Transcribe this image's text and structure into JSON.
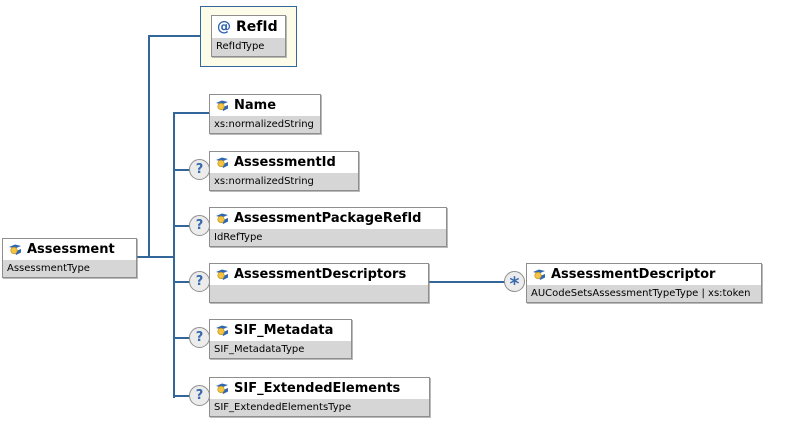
{
  "diagram": {
    "root": {
      "name": "Assessment",
      "type": "AssessmentType"
    },
    "attribute": {
      "at_glyph": "@",
      "name": "RefId",
      "type": "RefIdType"
    },
    "children": [
      {
        "name": "Name",
        "type": "xs:normalizedString",
        "cardinality": ""
      },
      {
        "name": "AssessmentId",
        "type": "xs:normalizedString",
        "cardinality": "?"
      },
      {
        "name": "AssessmentPackageRefId",
        "type": "IdRefType",
        "cardinality": "?"
      },
      {
        "name": "AssessmentDescriptors",
        "type": "",
        "cardinality": "?"
      },
      {
        "name": "SIF_Metadata",
        "type": "SIF_MetadataType",
        "cardinality": "?"
      },
      {
        "name": "SIF_ExtendedElements",
        "type": "SIF_ExtendedElementsType",
        "cardinality": "?"
      }
    ],
    "grandchild": {
      "name": "AssessmentDescriptor",
      "type": "AUCodeSetsAssessmentTypeType | xs:token",
      "cardinality": "*"
    },
    "icons": {
      "element": "element-icon",
      "attribute": "attribute-at-icon"
    },
    "colors": {
      "connector": "#336699",
      "box_border": "#8e8e8e",
      "type_bar": "#d6d6d6",
      "attribute_frame_fill": "#fcfce9",
      "glyph_blue": "#3a6aad",
      "icon_blue": "#2f66b0",
      "icon_yellow": "#f6c445"
    }
  }
}
